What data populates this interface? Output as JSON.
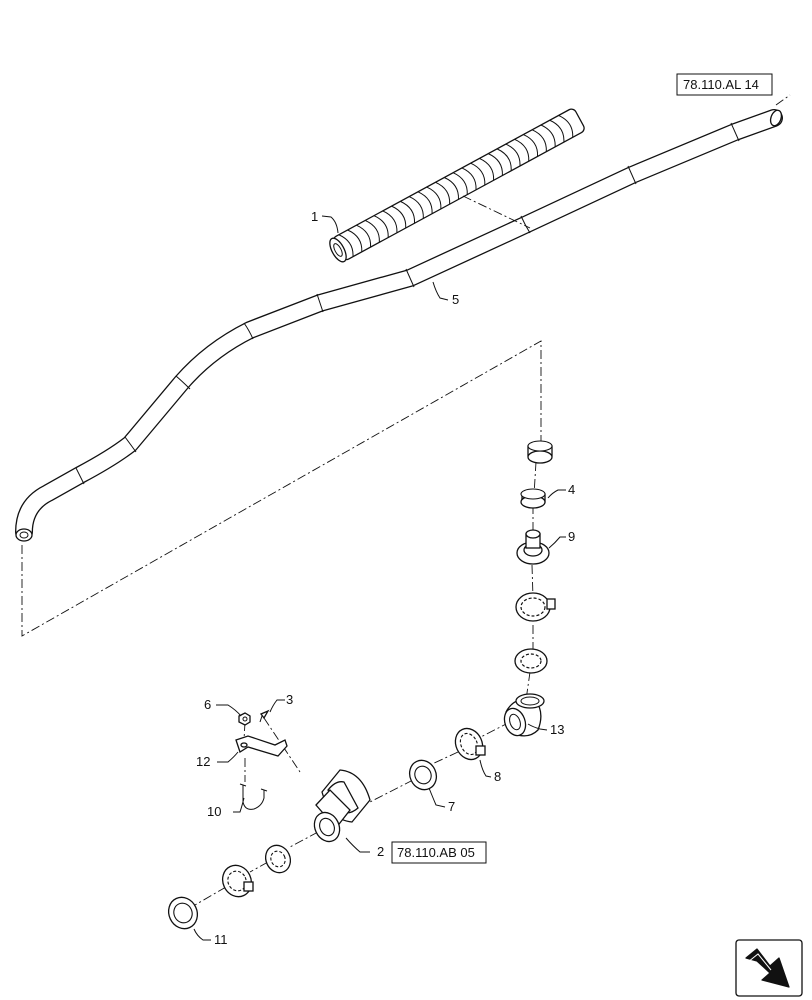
{
  "callouts": {
    "1": "1",
    "2": "2",
    "3": "3",
    "4": "4",
    "5": "5",
    "6": "6",
    "7": "7",
    "8": "8",
    "9": "9",
    "10": "10",
    "11": "11",
    "12": "12",
    "13": "13"
  },
  "references": {
    "top": "78.110.AL 14",
    "middle": "78.110.AB 05"
  },
  "nav_icon": "next-page-arrow-icon",
  "colors": {
    "line": "#111111",
    "background": "#ffffff"
  }
}
